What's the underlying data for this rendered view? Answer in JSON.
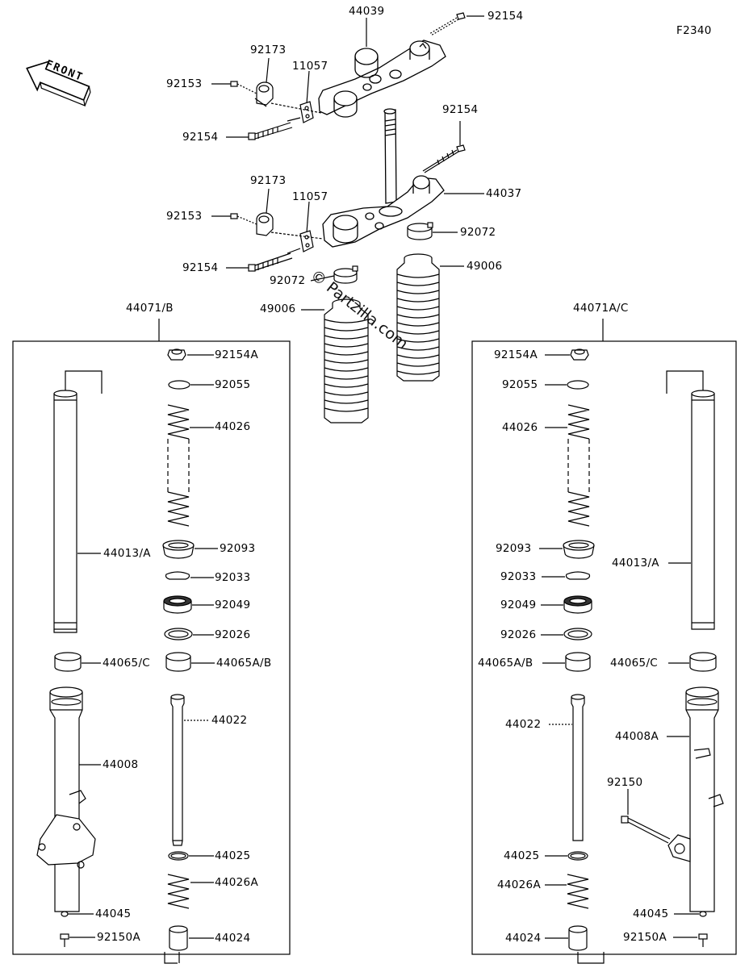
{
  "diagram_code": "F2340",
  "front_label": "FRONT",
  "watermark": "© Partzilla.com",
  "colors": {
    "line": "#000000",
    "background": "#ffffff",
    "shade": "#d8d8d8"
  },
  "assemblies": {
    "left": "44071/B",
    "right": "44071A/C"
  },
  "top_labels": {
    "upper_bracket": "44039",
    "upper_bolt_right": "92154",
    "clamp_upper": "92173",
    "plate_upper": "11057",
    "screw_upper": "92153",
    "bolt_upper_left": "92154",
    "bolt_lower_right": "92154",
    "lower_bracket": "44037",
    "clamp_lower": "92173",
    "plate_lower": "11057",
    "screw_lower": "92153",
    "band_right": "92072",
    "bolt_lower_left": "92154",
    "boot_right": "49006",
    "band_left": "92072",
    "boot_left": "49006"
  },
  "left_labels": {
    "cap_bolt": "92154A",
    "oring": "92055",
    "spring": "44026",
    "inner_tube": "44013/A",
    "dust_seal": "92093",
    "stop_ring": "92033",
    "oil_seal": "92049",
    "washer": "92026",
    "bush": "44065/C",
    "bush_a": "44065A/B",
    "cylinder": "44022",
    "outer_tube": "44008",
    "ring": "44025",
    "spring_a": "44026A",
    "gasket": "44045",
    "piece": "44024",
    "bolt": "92150A"
  },
  "right_labels": {
    "cap_bolt": "92154A",
    "oring": "92055",
    "spring": "44026",
    "inner_tube": "44013/A",
    "dust_seal": "92093",
    "stop_ring": "92033",
    "oil_seal": "92049",
    "washer": "92026",
    "bush_a": "44065A/B",
    "bush": "44065/C",
    "cylinder": "44022",
    "outer_tube": "44008A",
    "bolt_side": "92150",
    "ring": "44025",
    "spring_a": "44026A",
    "gasket": "44045",
    "piece": "44024",
    "bolt": "92150A"
  }
}
